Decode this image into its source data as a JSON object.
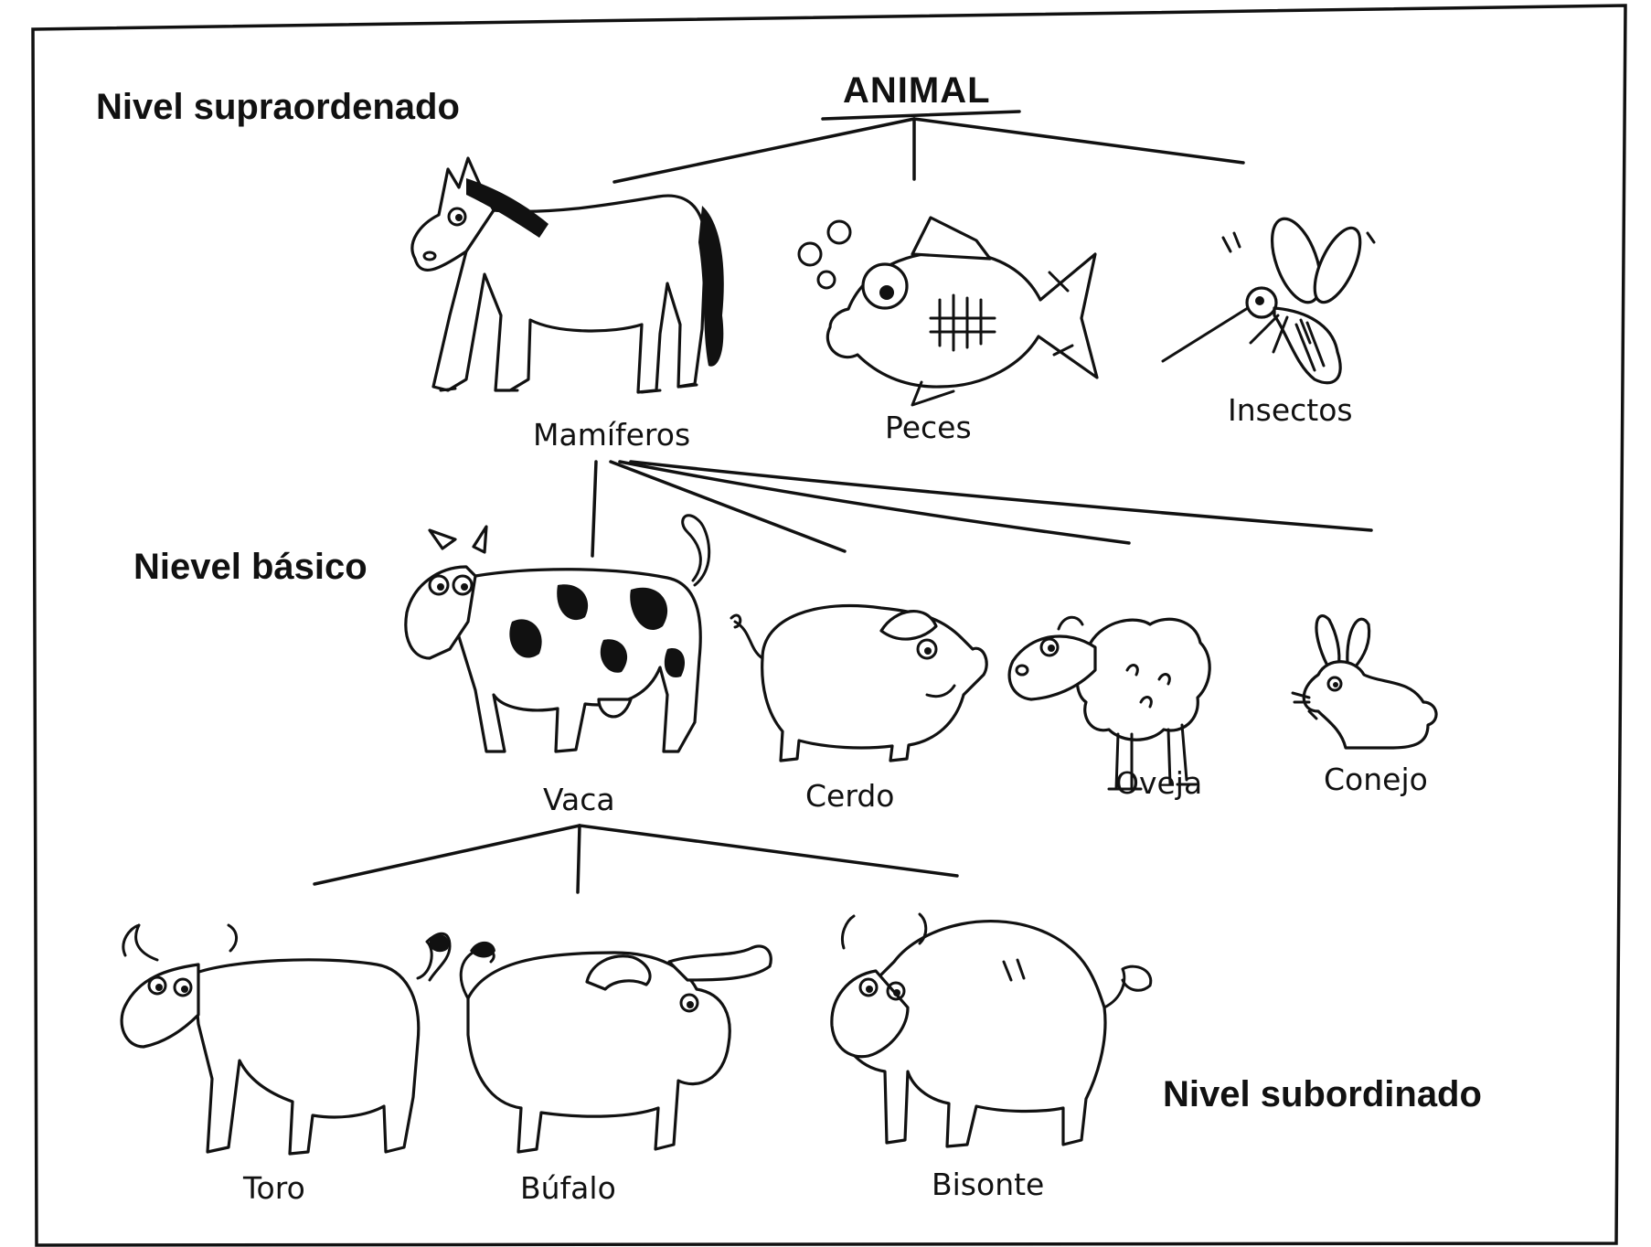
{
  "levels": {
    "superordinate": "Nivel supraordenado",
    "basic": "Nievel básico",
    "subordinate": "Nivel subordinado"
  },
  "root": {
    "label": "ANIMAL"
  },
  "superordinate_nodes": [
    {
      "label": "Mamíferos",
      "icon": "horse-icon"
    },
    {
      "label": "Peces",
      "icon": "fish-icon"
    },
    {
      "label": "Insectos",
      "icon": "mosquito-icon"
    }
  ],
  "basic_nodes": [
    {
      "label": "Vaca",
      "icon": "cow-icon"
    },
    {
      "label": "Cerdo",
      "icon": "pig-icon"
    },
    {
      "label": "Oveja",
      "icon": "sheep-icon"
    },
    {
      "label": "Conejo",
      "icon": "rabbit-icon"
    }
  ],
  "subordinate_nodes": [
    {
      "label": "Toro",
      "icon": "bull-icon"
    },
    {
      "label": "Búfalo",
      "icon": "buffalo-icon"
    },
    {
      "label": "Bisonte",
      "icon": "bison-icon"
    }
  ],
  "colors": {
    "ink": "#111111",
    "background": "#ffffff"
  }
}
